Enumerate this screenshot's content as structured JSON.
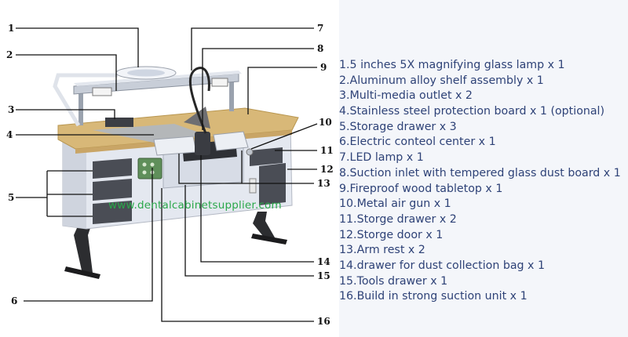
{
  "diagram": {
    "watermark": "www.dentalcabinetsupplier.com",
    "callouts": [
      "1",
      "2",
      "3",
      "4",
      "5",
      "6",
      "7",
      "8",
      "9",
      "10",
      "11",
      "12",
      "13",
      "14",
      "15",
      "16"
    ],
    "legend": [
      "1.5 inches 5X magnifying glass lamp x 1",
      "2.Aluminum alloy shelf assembly x 1",
      "3.Multi-media outlet x 2",
      "4.Stainless steel protection board x 1 (optional)",
      "5.Storage drawer x 3",
      "6.Electric conteol center x 1",
      "7.LED lamp x 1",
      "8.Suction inlet with tempered glass dust board x 1",
      "9.Fireproof wood tabletop x 1",
      "10.Metal air gun x 1",
      "11.Storge drawer x 2",
      "12.Storge door x 1",
      "13.Arm rest x 2",
      "14.drawer for dust collection bag x 1",
      "15.Tools drawer x 1",
      "16.Build in strong suction unit x 1"
    ],
    "colors": {
      "legend_text": "#2e4277",
      "legend_bg": "#f4f6fa",
      "tabletop": "#d8b878",
      "cabinet_body": "#e4e8f0",
      "drawer_front": "#4a4d55",
      "watermark": "#2aa84a"
    }
  }
}
